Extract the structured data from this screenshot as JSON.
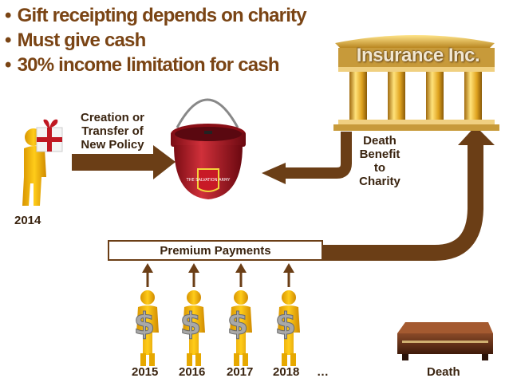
{
  "bullets": [
    "Gift receipting depends on charity",
    "Must give cash",
    "30% income limitation for cash"
  ],
  "labels": {
    "creation": [
      "Creation or",
      "Transfer of",
      "New Policy"
    ],
    "death_benefit": [
      "Death",
      "Benefit",
      "to",
      "Charity"
    ],
    "premium_payments": "Premium Payments",
    "insurer": "Insurance Inc.",
    "start_year": "2014",
    "ellipsis": "…",
    "death": "Death"
  },
  "years": [
    "2015",
    "2016",
    "2017",
    "2018"
  ],
  "icons": {
    "donor": "person-with-gift-icon",
    "kettle": "red-kettle-icon",
    "kettle_emblem": "THE SALVATION ARMY",
    "bank": "bank-building-icon",
    "payers": "person-with-dollar-icon",
    "coffin": "coffin-icon"
  },
  "colors": {
    "brown_text": "#7a4414",
    "arrow": "#6b3e16",
    "kettle_red": "#b01822",
    "gold": "#e8b020",
    "person": "#f2b400"
  }
}
